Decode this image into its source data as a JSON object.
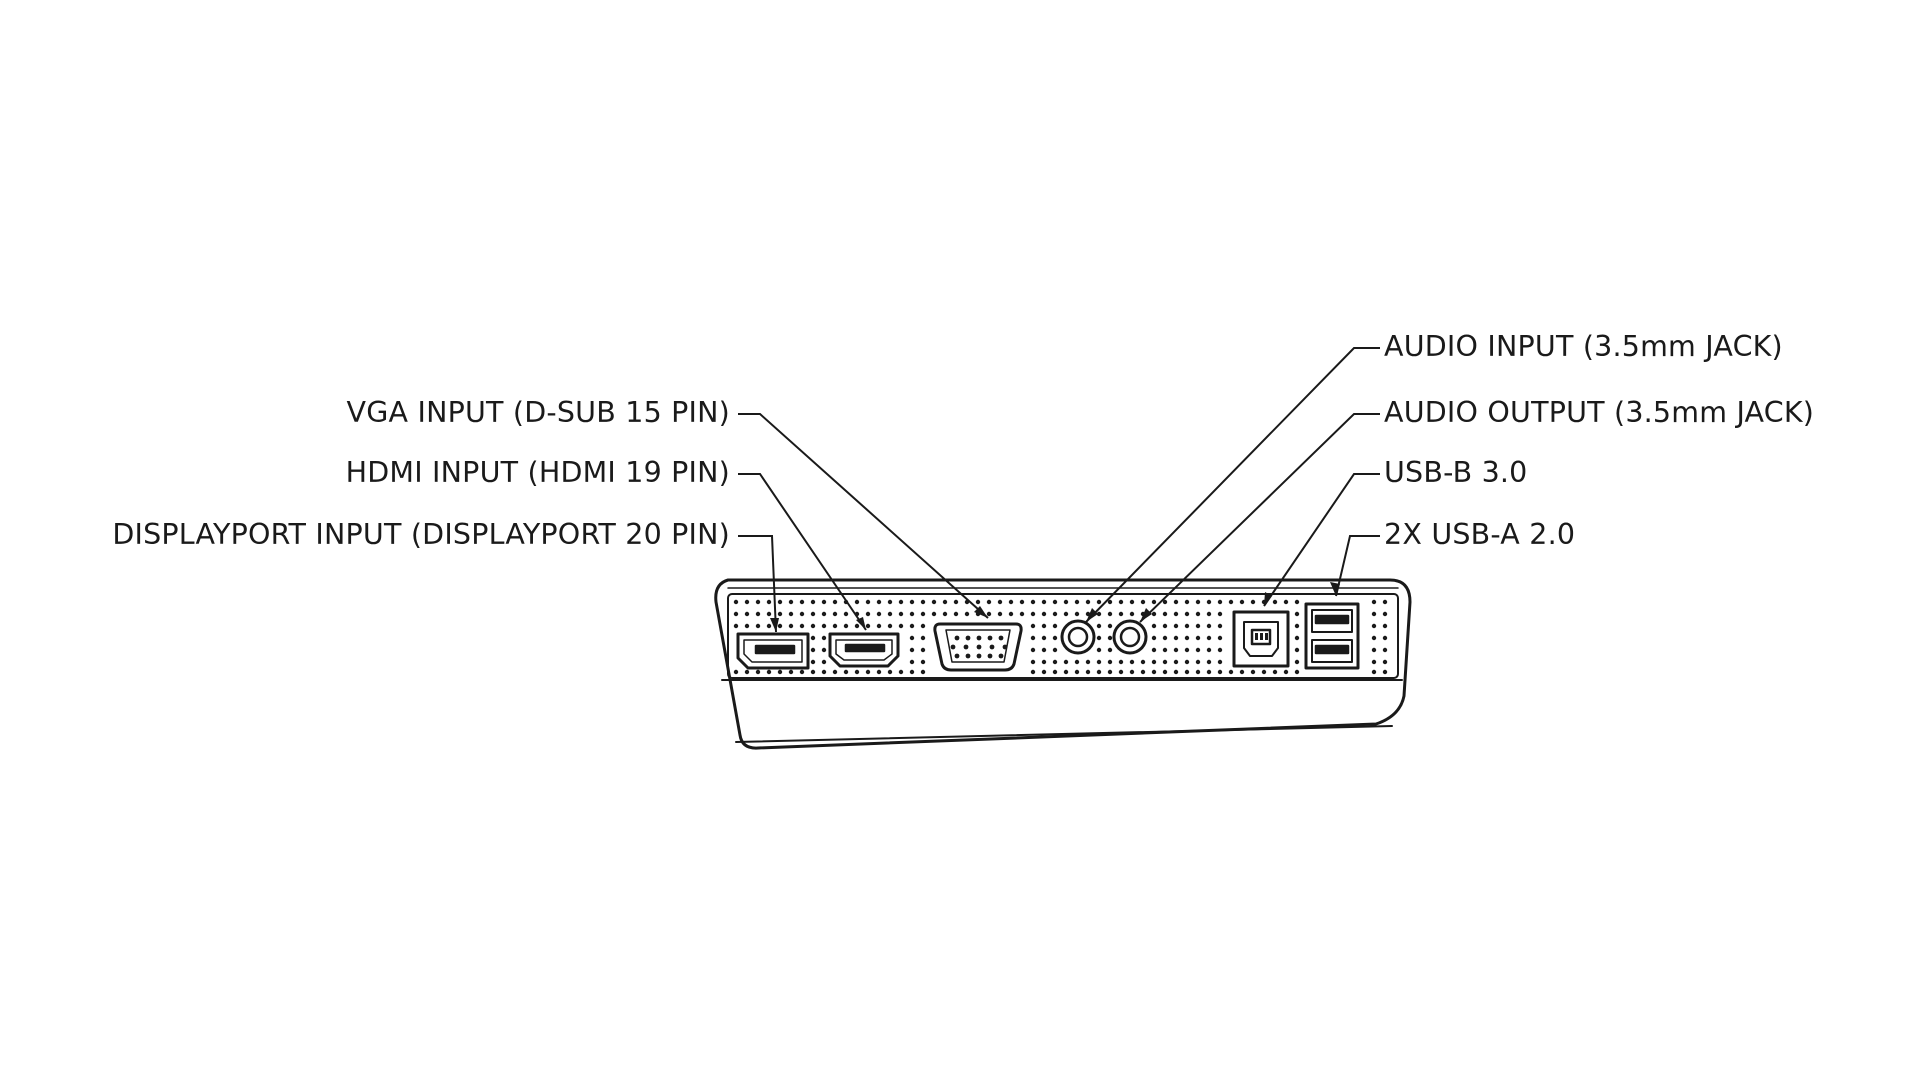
{
  "diagram": {
    "title": "Rear I/O connector panel",
    "labels": {
      "vga": "VGA INPUT (D-SUB 15 PIN)",
      "hdmi": "HDMI INPUT (HDMI 19 PIN)",
      "displayport": "DISPLAYPORT INPUT (DISPLAYPORT 20 PIN)",
      "audio_input": "AUDIO INPUT (3.5mm JACK)",
      "audio_output": "AUDIO OUTPUT (3.5mm JACK)",
      "usb_b": "USB-B 3.0",
      "usb_a": "2X USB-A 2.0"
    },
    "line_color": "#1a1a1a",
    "fill_color": "#ffffff"
  }
}
